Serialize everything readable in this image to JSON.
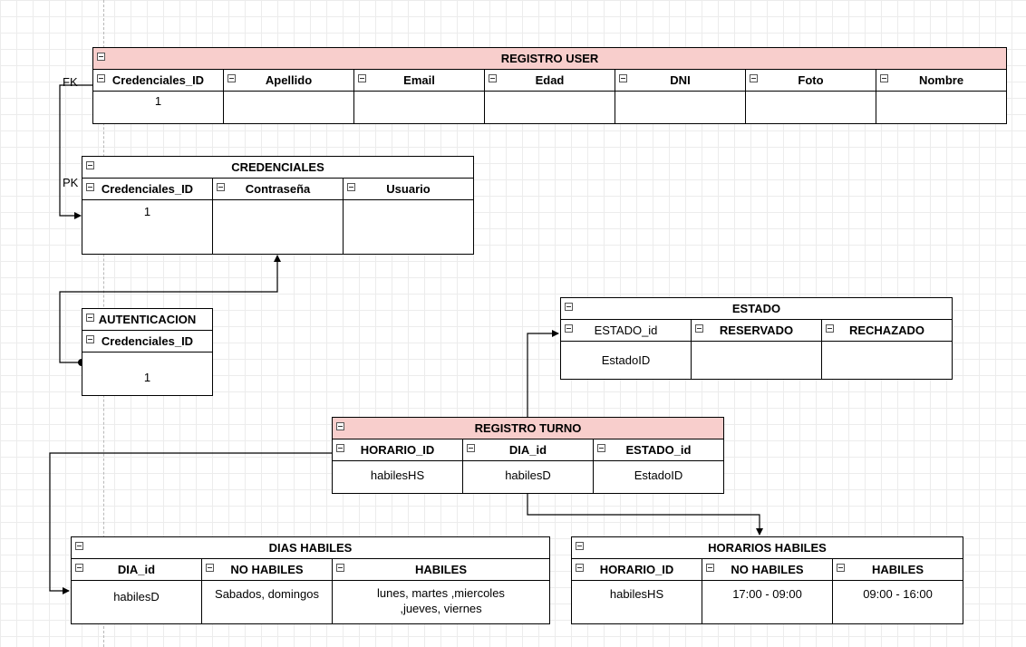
{
  "diagram": {
    "labels": {
      "fk": "FK",
      "pk": "PK"
    },
    "registro_user": {
      "title": "REGISTRO USER",
      "columns": [
        "Credenciales_ID",
        "Apellido",
        "Email",
        "Edad",
        "DNI",
        "Foto",
        "Nombre"
      ],
      "values": [
        "1",
        "",
        "",
        "",
        "",
        "",
        ""
      ]
    },
    "credenciales": {
      "title": "CREDENCIALES",
      "columns": [
        "Credenciales_ID",
        "Contraseña",
        "Usuario"
      ],
      "values": [
        "1",
        "",
        ""
      ]
    },
    "autenticacion": {
      "title": "AUTENTICACION",
      "columns": [
        "Credenciales_ID"
      ],
      "values": [
        "1"
      ]
    },
    "estado": {
      "title": "ESTADO",
      "columns": [
        "ESTADO_id",
        "RESERVADO",
        "RECHAZADO"
      ],
      "values": [
        "EstadoID",
        "",
        ""
      ]
    },
    "registro_turno": {
      "title": "REGISTRO TURNO",
      "columns": [
        "HORARIO_ID",
        "DIA_id",
        "ESTADO_id"
      ],
      "values": [
        "habilesHS",
        "habilesD",
        "EstadoID"
      ]
    },
    "dias_habiles": {
      "title": "DIAS HABILES",
      "columns": [
        "DIA_id",
        "NO HABILES",
        "HABILES"
      ],
      "values": [
        "habilesD",
        "Sabados, domingos",
        "lunes, martes ,miercoles ,jueves, viernes"
      ]
    },
    "horarios_habiles": {
      "title": "HORARIOS HABILES",
      "columns": [
        "HORARIO_ID",
        "NO HABILES",
        "HABILES"
      ],
      "values": [
        "habilesHS",
        "17:00 - 09:00",
        "09:00 - 16:00"
      ]
    },
    "colors": {
      "highlight_header": "#f8cecc",
      "line": "#000000",
      "grid": "#ececec"
    }
  }
}
